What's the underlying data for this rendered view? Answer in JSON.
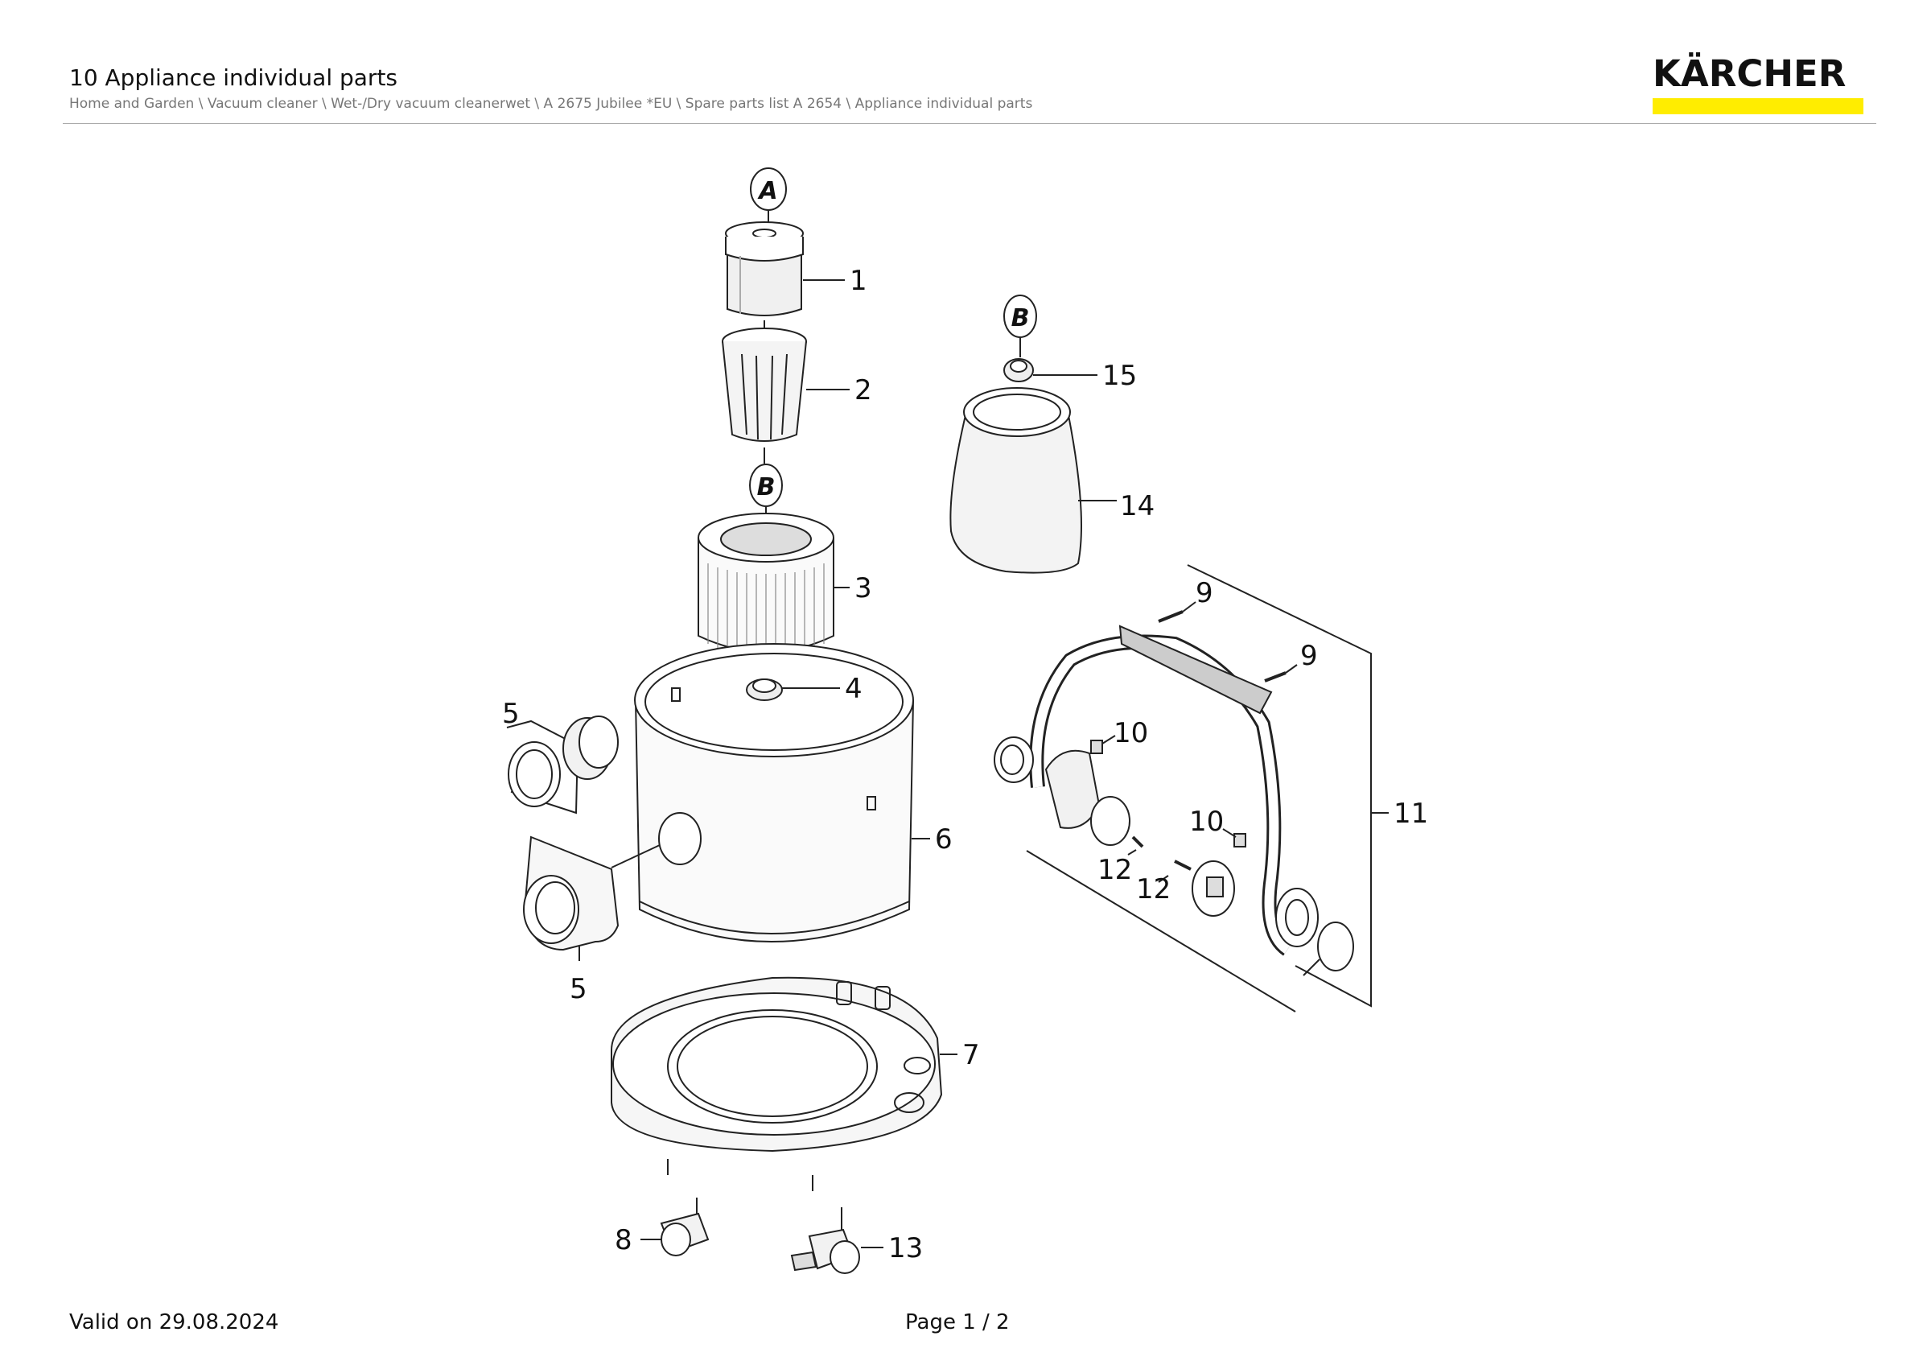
{
  "header": {
    "title": "10 Appliance individual parts",
    "breadcrumb": "Home and Garden \\ Vacuum cleaner \\ Wet-/Dry vacuum cleanerwet \\ A 2675 Jubilee *EU \\ Spare parts list A 2654 \\ Appliance individual parts",
    "logo_text": "KÄRCHER",
    "brand_color": "#ffed00"
  },
  "badges": {
    "a": "A",
    "b_top": "B",
    "b_left": "B"
  },
  "callouts": {
    "c1": "1",
    "c2": "2",
    "c3": "3",
    "c4": "4",
    "c5a": "5",
    "c5b": "5",
    "c6": "6",
    "c7": "7",
    "c8": "8",
    "c9a": "9",
    "c9b": "9",
    "c10a": "10",
    "c10b": "10",
    "c11": "11",
    "c12a": "12",
    "c12b": "12",
    "c13": "13",
    "c14": "14",
    "c15": "15"
  },
  "footer": {
    "valid": "Valid on 29.08.2024",
    "page": "Page 1 / 2"
  }
}
